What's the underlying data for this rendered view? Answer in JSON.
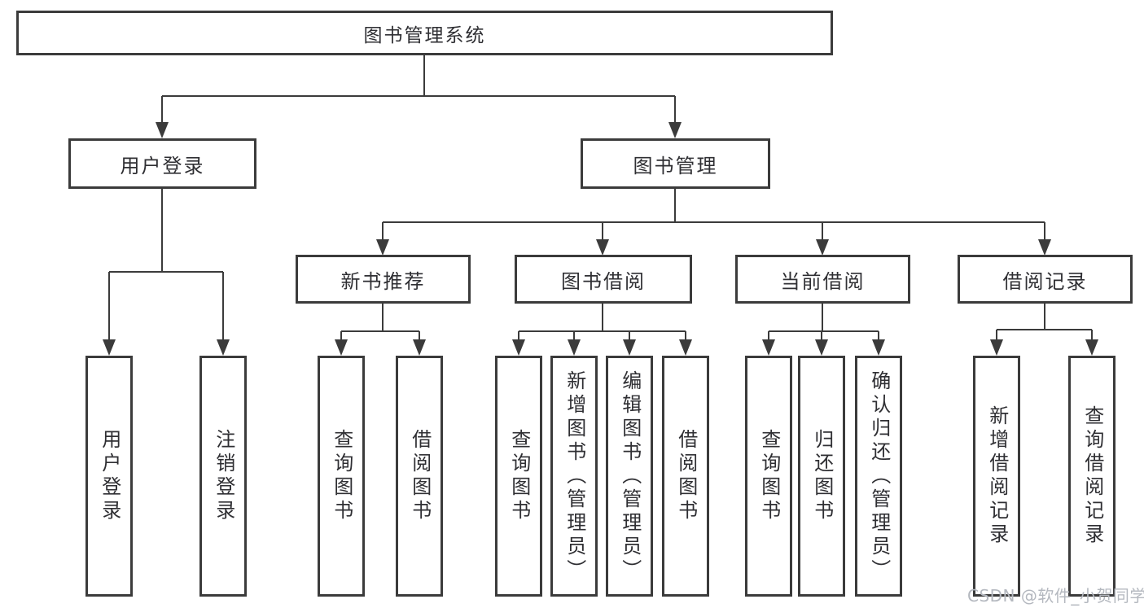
{
  "diagram": {
    "root": {
      "label": "图书管理系统"
    },
    "level2": [
      {
        "label": "用户登录"
      },
      {
        "label": "图书管理"
      }
    ],
    "level3": [
      {
        "label": "新书推荐"
      },
      {
        "label": "图书借阅"
      },
      {
        "label": "当前借阅"
      },
      {
        "label": "借阅记录"
      }
    ],
    "leaves": [
      {
        "label": "用户登录"
      },
      {
        "label": "注销登录"
      },
      {
        "label": "查询图书"
      },
      {
        "label": "借阅图书"
      },
      {
        "label": "查询图书"
      },
      {
        "label": "新增图书（管理员）"
      },
      {
        "label": "编辑图书（管理员）"
      },
      {
        "label": "借阅图书"
      },
      {
        "label": "查询图书"
      },
      {
        "label": "归还图书"
      },
      {
        "label": "确认归还（管理员）"
      },
      {
        "label": "新增借阅记录"
      },
      {
        "label": "查询借阅记录"
      }
    ],
    "watermark": "CSDN @软件_小贺同学",
    "colors": {
      "line": "#3b3b3b",
      "text": "#2f2f33",
      "background": "#ffffff",
      "watermark": "#b4b8bf"
    }
  }
}
